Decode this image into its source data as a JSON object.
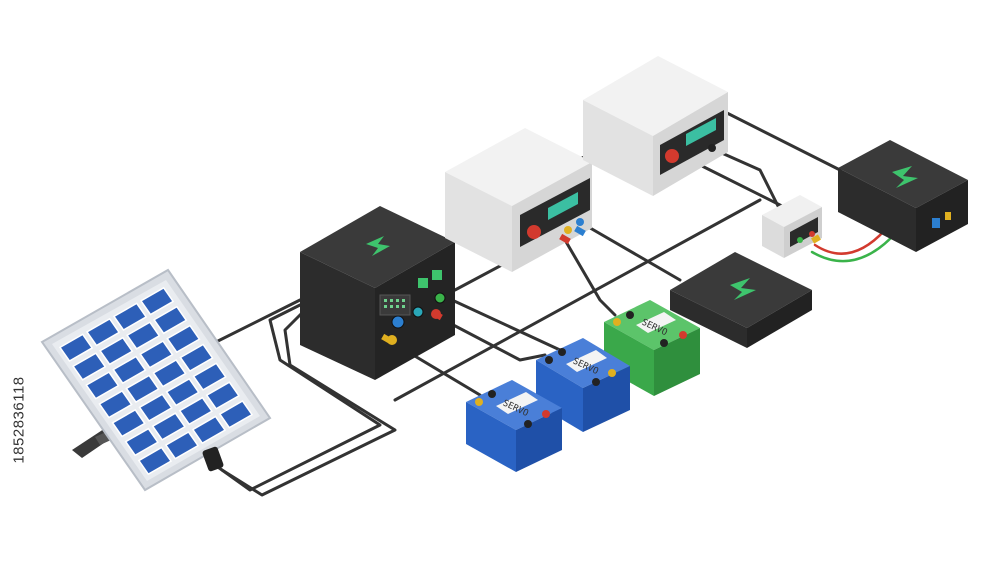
{
  "image": {
    "stock_id": "1852836118",
    "battery_labels": [
      "SERVO",
      "SERVO",
      "SERVO"
    ]
  },
  "colors": {
    "solar_cell": "#2d5fb8",
    "box_dark": "#2c2c2c",
    "box_gray": "#e6e6e6",
    "accent_green": "#3ec46d",
    "battery_blue": "#2a63c4",
    "battery_green": "#3aa84a",
    "cable": "#333333"
  }
}
